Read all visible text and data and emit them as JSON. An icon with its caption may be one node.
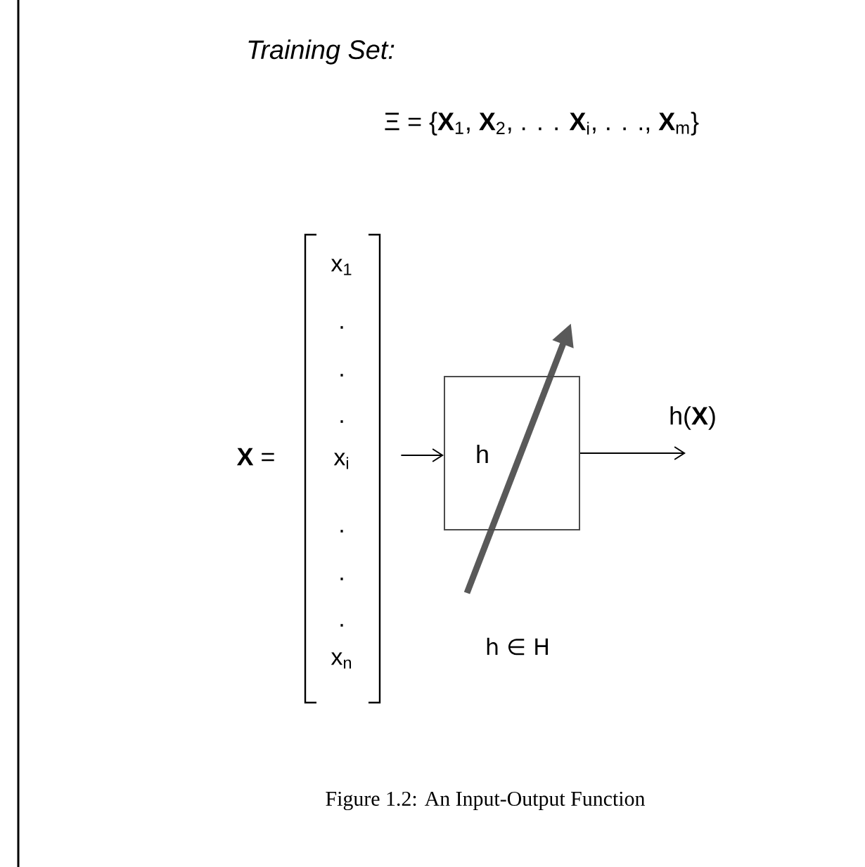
{
  "diagram": {
    "title": "*Training Set:*",
    "caption": "Figure 1.2: An Input-Output Function",
    "nodes": [
      {
        "text": [
          "x$_{1}$",
          ".",
          ".",
          ".",
          "x$_{i}$",
          ".",
          ".",
          ".",
          "x$_{n}$"
        ],
        "beside": [
          "**X** ="
        ]
      },
      {
        "text": [
          "h"
        ]
      }
    ],
    "edges": [
      {
        "from": 0,
        "to": 1,
        "arrow": "to"
      },
      {
        "from": 1,
        "to": null,
        "arrow": "to",
        "label": "h(**X**)"
      }
    ],
    "labels": [
      "Ξ = {**X**$_{1}$, **X**$_{2}$, . . . **X**$_{i}$, . . ., **X**$_{m}$}",
      "h ∈ H"
    ]
  }
}
